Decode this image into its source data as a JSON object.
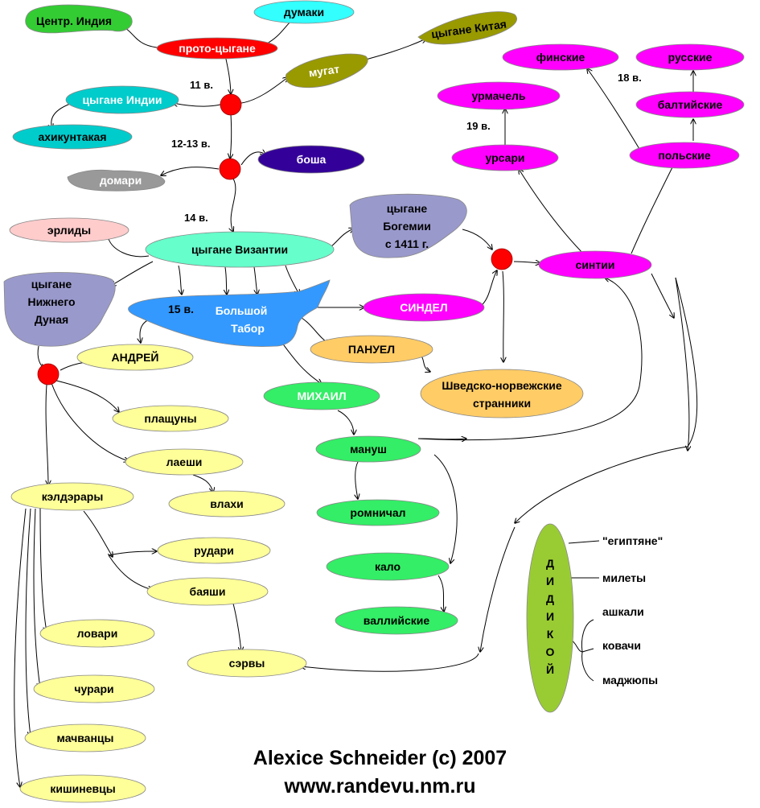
{
  "nodes": {
    "central_india": {
      "label": "Центр. Индия",
      "color": "#33cc33"
    },
    "dumaki": {
      "label": "думаки",
      "color": "#33ffff"
    },
    "proto": {
      "label": "прото-цыгане",
      "color": "#ff0000",
      "text_color": "#ffffff"
    },
    "china": {
      "label": "цыгане Китая",
      "color": "#999900"
    },
    "mugat": {
      "label": "мугат",
      "color": "#999900",
      "text_color": "#ffffff"
    },
    "india": {
      "label": "цыгане Индии",
      "color": "#00cccc",
      "text_color": "#ffffff"
    },
    "ahikuntakaya": {
      "label": "ахикунтакая",
      "color": "#00cccc"
    },
    "bosha": {
      "label": "боша",
      "color": "#330099",
      "text_color": "#ffffff"
    },
    "domari": {
      "label": "домари",
      "color": "#999999",
      "text_color": "#ffffff"
    },
    "erlidy": {
      "label": "эрлиды",
      "color": "#ffcccc"
    },
    "byzantium": {
      "label": "цыгане Византии",
      "color": "#66ffcc"
    },
    "bohemia": {
      "label": [
        "цыгане",
        "Богемии",
        "с 1411 г."
      ],
      "color": "#9999cc"
    },
    "lower_danube": {
      "label": [
        "цыгане",
        "Нижнего",
        "Дуная"
      ],
      "color": "#9999cc"
    },
    "big_tabor": {
      "label": [
        "Большой",
        "Табор"
      ],
      "century": "15 в.",
      "color": "#3399ff",
      "text_color": "#ffffff"
    },
    "sindel": {
      "label": "СИНДЕЛ",
      "color": "#ff00ff",
      "text_color": "#ffffff"
    },
    "panuel": {
      "label": "ПАНУЕЛ",
      "color": "#ffcc66"
    },
    "swedish": {
      "label": [
        "Шведско-норвежские",
        "странники"
      ],
      "color": "#ffcc66"
    },
    "andrei": {
      "label": "АНДРЕЙ",
      "color": "#ffff99"
    },
    "mihail": {
      "label": "МИХАИЛ",
      "color": "#33ee66",
      "text_color": "#ffffff"
    },
    "manush": {
      "label": "мануш",
      "color": "#33ee66"
    },
    "romnichal": {
      "label": "ромничал",
      "color": "#33ee66"
    },
    "kalo": {
      "label": "кало",
      "color": "#33ee66"
    },
    "welsh": {
      "label": "валлийские",
      "color": "#33ee66"
    },
    "plashchuny": {
      "label": "плащуны",
      "color": "#ffff99"
    },
    "laeshi": {
      "label": "лаеши",
      "color": "#ffff99"
    },
    "vlahi": {
      "label": "влахи",
      "color": "#ffff99"
    },
    "kelderary": {
      "label": "кэлдэрары",
      "color": "#ffff99"
    },
    "rudari": {
      "label": "рудари",
      "color": "#ffff99"
    },
    "bayashi": {
      "label": "баяши",
      "color": "#ffff99"
    },
    "servy": {
      "label": "сэрвы",
      "color": "#ffff99"
    },
    "lovari": {
      "label": "ловари",
      "color": "#ffff99"
    },
    "churari": {
      "label": "чурари",
      "color": "#ffff99"
    },
    "machvantsy": {
      "label": "мачванцы",
      "color": "#ffff99"
    },
    "kishinevtsy": {
      "label": "кишиневцы",
      "color": "#ffff99"
    },
    "finnish": {
      "label": "финские",
      "color": "#ff00ff"
    },
    "russian": {
      "label": "русские",
      "color": "#ff00ff"
    },
    "urmachel": {
      "label": "урмачель",
      "color": "#ff00ff"
    },
    "baltic": {
      "label": "балтийские",
      "color": "#ff00ff"
    },
    "ursari": {
      "label": "урсари",
      "color": "#ff00ff"
    },
    "polish": {
      "label": "польские",
      "color": "#ff00ff"
    },
    "sinti": {
      "label": "синтии",
      "color": "#ff00ff"
    },
    "didikoi": {
      "label": [
        "Д",
        "И",
        "Д",
        "И",
        "К",
        "О",
        "Й"
      ],
      "color": "#99cc33"
    }
  },
  "century_labels": {
    "c11": "11 в.",
    "c12_13": "12-13 в.",
    "c14": "14 в.",
    "c19": "19 в.",
    "c18": "18 в."
  },
  "didikoi_groups": {
    "egyptians": "\"египтяне\"",
    "milety": "милеты",
    "ashkali": "ашкали",
    "kovachi": "ковачи",
    "madzhyupy": "маджюпы"
  },
  "junction_color": "#ff0000",
  "footer": {
    "author": "Alexice Schneider (c) 2007",
    "site": "www.randevu.nm.ru"
  }
}
